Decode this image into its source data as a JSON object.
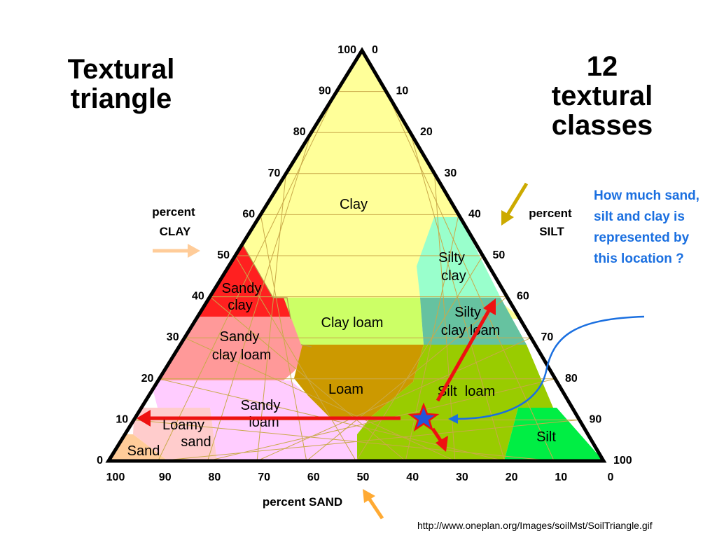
{
  "headings": {
    "left": [
      "Textural",
      "triangle"
    ],
    "right": [
      "12",
      "textural",
      "classes"
    ]
  },
  "question": "How much sand, silt and clay is represented by this location ?",
  "source_url": "http://www.oneplan.org/Images/soilMst/SoilTriangle.gif",
  "axes": {
    "clay": {
      "title": [
        "percent",
        "CLAY"
      ],
      "ticks": [
        "0",
        "10",
        "20",
        "30",
        "40",
        "50",
        "60",
        "70",
        "80",
        "90",
        "100"
      ]
    },
    "silt": {
      "title": [
        "percent",
        "SILT"
      ],
      "ticks": [
        "0",
        "10",
        "20",
        "30",
        "40",
        "50",
        "60",
        "70",
        "80",
        "90",
        "100"
      ]
    },
    "sand": {
      "title": "percent SAND",
      "ticks": [
        "100",
        "90",
        "80",
        "70",
        "60",
        "50",
        "40",
        "30",
        "20",
        "10",
        "0"
      ]
    }
  },
  "regions": [
    {
      "id": "clay",
      "lines": [
        "Clay"
      ],
      "color": "#ffff99"
    },
    {
      "id": "sandy-clay",
      "lines": [
        "Sandy",
        "clay"
      ],
      "color": "#ff2020"
    },
    {
      "id": "silty-clay",
      "lines": [
        "Silty",
        "clay"
      ],
      "color": "#99ffcc"
    },
    {
      "id": "sandy-clay-loam",
      "lines": [
        "Sandy",
        "clay loam"
      ],
      "color": "#ff9999"
    },
    {
      "id": "clay-loam",
      "lines": [
        "Clay loam"
      ],
      "color": "#ccff66"
    },
    {
      "id": "silty-clay-loam",
      "lines": [
        "Silty",
        "clay loam"
      ],
      "color": "#66c2a0"
    },
    {
      "id": "loam",
      "lines": [
        "Loam"
      ],
      "color": "#cc9900"
    },
    {
      "id": "sandy-loam",
      "lines": [
        "Sandy",
        "loam"
      ],
      "color": "#ffccff"
    },
    {
      "id": "silt-loam",
      "lines": [
        "Silt  loam"
      ],
      "color": "#99cc00"
    },
    {
      "id": "loamy-sand",
      "lines": [
        "Loamy",
        "sand"
      ],
      "color": "#ffcccc"
    },
    {
      "id": "sand",
      "lines": [
        "Sand"
      ],
      "color": "#ffcc99"
    },
    {
      "id": "silt",
      "lines": [
        "Silt"
      ],
      "color": "#00ee44"
    }
  ],
  "colors": {
    "sample_arrows": "#ee1111",
    "star_fill": "#2255dd",
    "question_arrow": "#1a6fe0",
    "clay_pointer": "#ffcc99",
    "silt_pointer": "#ccaa00",
    "sand_pointer": "#ffaa33"
  }
}
